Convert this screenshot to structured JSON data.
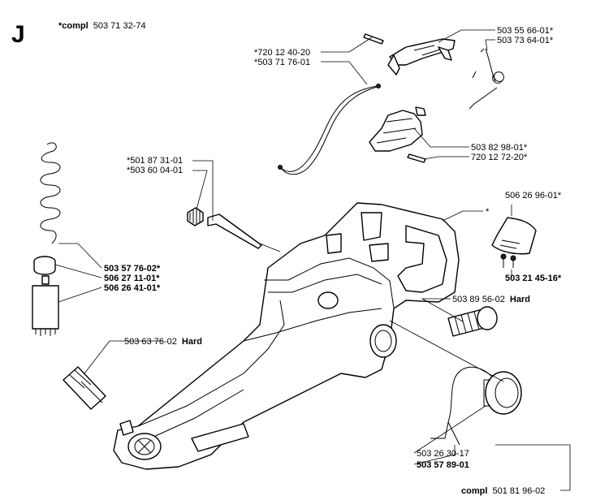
{
  "section_letter": "J",
  "header": {
    "prefix": "*compl",
    "number": "503 71 32-74"
  },
  "labels": {
    "l1": "503 55 66-01*",
    "l2": "503 73 64-01*",
    "l3": "*720 12 40-20",
    "l4": "*503 71 76-01",
    "l5": "503 82 98-01*",
    "l6": "720 12 72-20*",
    "l7": "*501 87 31-01",
    "l8": "*503 60 04-01",
    "l9": "*",
    "l10": "506 26 96-01*",
    "l11": "503 57 76-02*",
    "l12": "506 27 11-01*",
    "l13": "506 26 41-01*",
    "l14": "503 21 45-16*",
    "l15_num": "503 89 56-02",
    "l15_hard": "Hard",
    "l16_num": "503 63 76-02",
    "l16_hard": "Hard",
    "l17": "503 26 30-17",
    "l18": "503 57 89-01",
    "l19_prefix": "compl",
    "l19_num": "501 81 96-02"
  }
}
